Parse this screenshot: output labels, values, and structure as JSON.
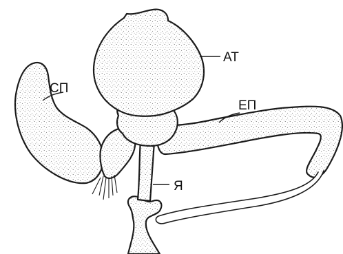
{
  "diagram": {
    "labels": {
      "at": "АТ",
      "sp": "СП",
      "ep": "ЕП",
      "ya": "Я"
    },
    "colors": {
      "ink": "#1a1a1a",
      "background": "#ffffff"
    }
  }
}
